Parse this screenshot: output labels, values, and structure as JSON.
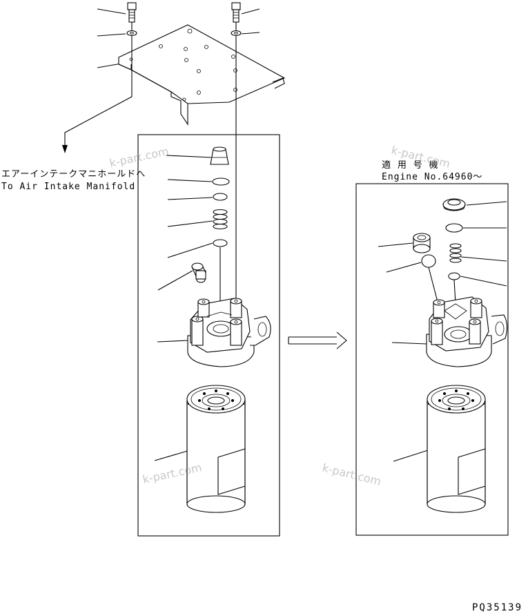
{
  "labels": {
    "manifold_jp": "エアーインテークマニホールドへ",
    "manifold_en": "To Air Intake Manifold",
    "applicable_jp": "適 用 号 機",
    "engine_no": "Engine No.64960～",
    "drawing_code": "PQ35139"
  },
  "watermarks": [
    "k-part.com",
    "k-part.com",
    "k-part.com",
    "k-part.com"
  ],
  "colors": {
    "line": "#000000",
    "background": "#ffffff",
    "watermark": "#9a9a9a"
  }
}
